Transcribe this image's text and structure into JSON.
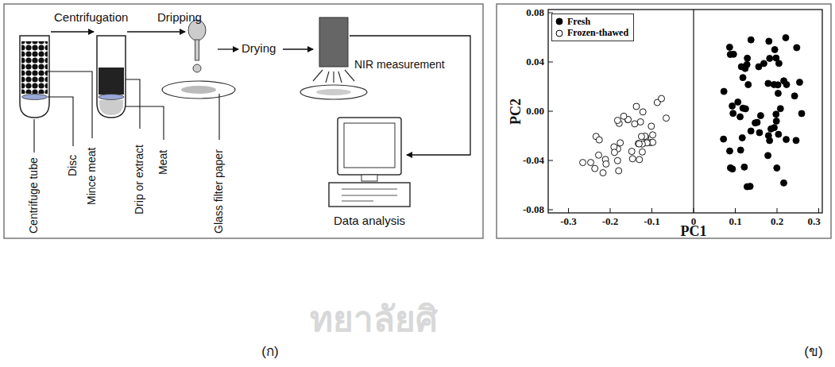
{
  "diagram": {
    "labels": [
      "Centrifugation",
      "Dripping",
      "Drying",
      "NIR measurement",
      "Centrifuge tube",
      "Disc",
      "Mince meat",
      "Drip or extract",
      "Meat",
      "Glass filter paper",
      "Data analysis",
      "PC2",
      "PC1",
      "0.08",
      "0.04",
      "0.00",
      "-0.04",
      "-0.08",
      "-0.3",
      "-0.2",
      "-0.1",
      "0",
      "0.1",
      "0.2",
      "0.3",
      "(ก)",
      "(ข)",
      "ทยาลัยศิ"
    ],
    "legend": [
      {
        "text": "Fresh"
      },
      {
        "text": "Frozen-thawed"
      }
    ]
  }
}
